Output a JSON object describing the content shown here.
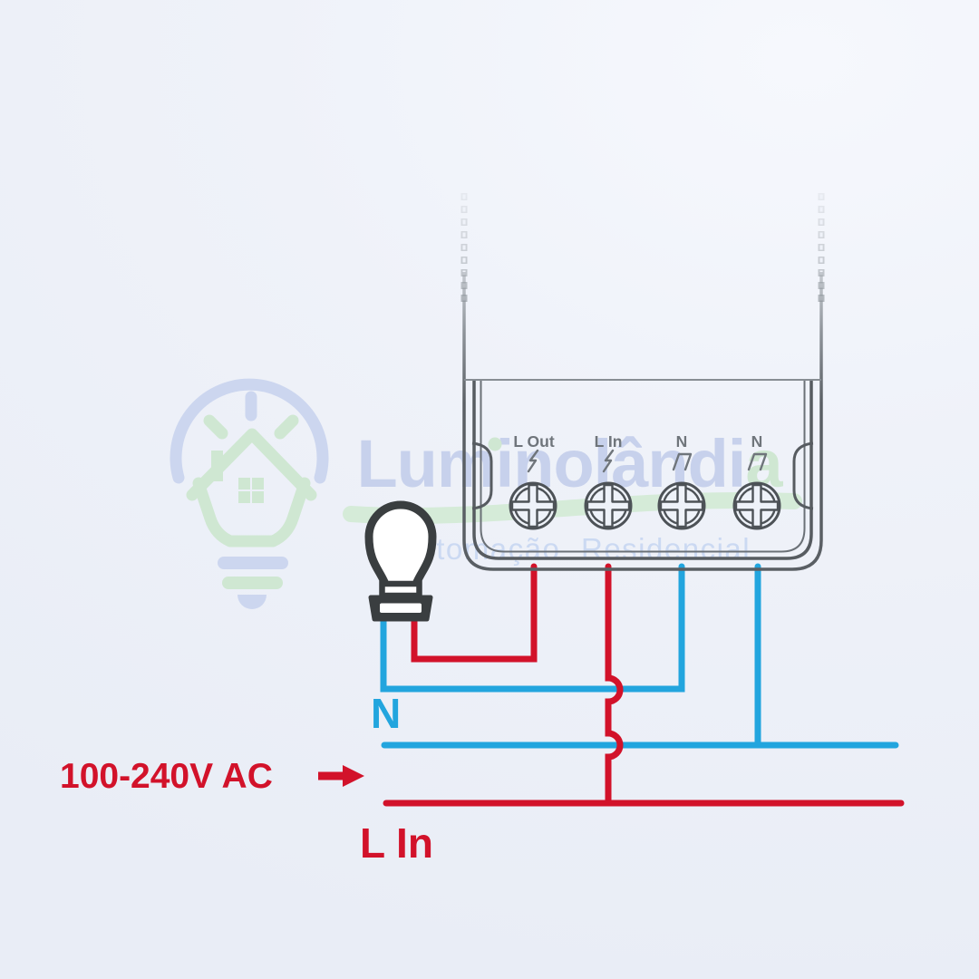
{
  "watermark": {
    "brand_main": "Luminolândi",
    "brand_accent": "a",
    "brand_color": "#c7d1ec",
    "accent_color": "#cfe7d2",
    "swoosh_color": "#d5ebd8",
    "tagline": "Automação Residencial",
    "tagline_color": "#cbd9f2",
    "logo_bulb_color": "#ccd6ef",
    "logo_house_color": "#cfe7d2"
  },
  "device": {
    "label_color": "#6f757b",
    "terminals": [
      {
        "label": "L Out",
        "symbol": "live-lightning"
      },
      {
        "label": "L In",
        "symbol": "live-lightning"
      },
      {
        "label": "N",
        "symbol": "neutral"
      },
      {
        "label": "N",
        "symbol": "neutral"
      }
    ]
  },
  "wiring": {
    "neutral_label": "N",
    "supply_label": "100-240V AC",
    "line_in_label": "L In",
    "live_color": "#d2122a",
    "neutral_color": "#22a5de"
  }
}
